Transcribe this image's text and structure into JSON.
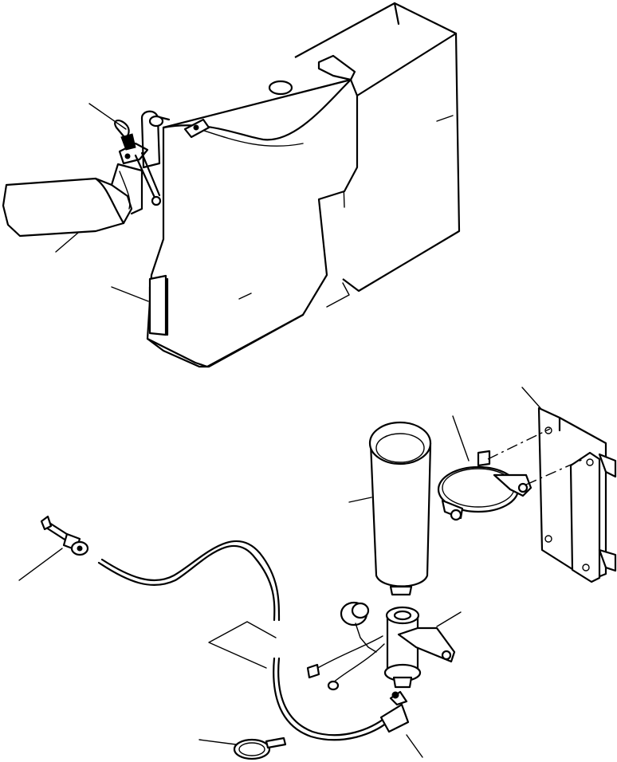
{
  "drawing": {
    "stroke_color": "#000000",
    "background_color": "#ffffff"
  },
  "parts": [
    {
      "name": "tank-assembly",
      "icon": "fuel-tank"
    },
    {
      "name": "tank-cap",
      "icon": "cap"
    },
    {
      "name": "filler-neck-cover",
      "icon": "cover"
    },
    {
      "name": "tank-side-bracket",
      "icon": "bracket"
    },
    {
      "name": "filter-canister",
      "icon": "canister"
    },
    {
      "name": "band-clamp",
      "icon": "clamp"
    },
    {
      "name": "mounting-bracket",
      "icon": "bracket"
    },
    {
      "name": "inlet-fitting",
      "icon": "fitting"
    },
    {
      "name": "hose",
      "icon": "hose"
    },
    {
      "name": "filter-head",
      "icon": "filter-head"
    },
    {
      "name": "elbow-fitting",
      "icon": "elbow"
    },
    {
      "name": "hose-clamp",
      "icon": "clamp"
    }
  ]
}
